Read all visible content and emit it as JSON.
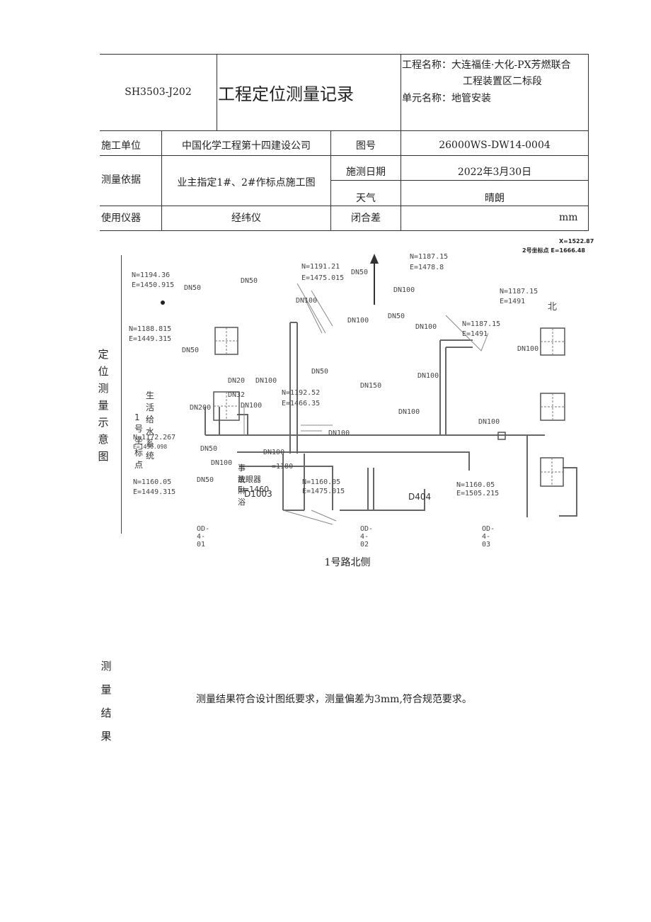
{
  "header": {
    "code": "SH3503-J202",
    "title": "工程定位测量记录",
    "project_name_line1": "工程名称：大连福佳·大化-PX芳燃联合",
    "project_name_line2": "工程装置区二标段",
    "unit_name": "单元名称：地管安装"
  },
  "rows": {
    "contractor_label": "施工单位",
    "contractor_value": "中国化学工程第十四建设公司",
    "drawing_label": "图号",
    "drawing_value": "26000WS-DW14-0004",
    "basis_label": "测量依据",
    "basis_value": "业主指定1#、2#作标点施工图",
    "date_label": "施测日期",
    "date_value": "2022年3月30日",
    "weather_label": "天气",
    "weather_value": "晴朗",
    "instrument_label": "使用仪器",
    "instrument_value": "经纬仪",
    "closure_label": "闭合差",
    "closure_value": "mm"
  },
  "sketch": {
    "side_label": [
      "定",
      "位",
      "测",
      "量",
      "示",
      "意",
      "图"
    ],
    "ref_x": "X=1522.87",
    "ref2_label": "2号坐标点 E=1666.48",
    "caption": "1号路北侧",
    "north": "北",
    "labels": {
      "c1n": "N=1194.36",
      "c1e": "E=1450.915",
      "c2n": "N=1191.21",
      "c2e": "E=1475.015",
      "c3n": "N=1187.15",
      "c3e": "E=1478.8",
      "c4n": "N=1187.15",
      "c4e": "E=1491",
      "c5n": "N=1187.15",
      "c5e": "E=1491",
      "c6n": "N=1188.815",
      "c6e": "E=1449.315",
      "c7n": "N=1192.52",
      "c7e": "E=1466.35",
      "c8n": "N=1172.267",
      "c8e": "E=1436.098",
      "c9n": "N=1160.05",
      "c9e": "E=1449.315",
      "c10n": "N=1160.05",
      "c10e": "E=1475.015",
      "c11n": "N=1160.05",
      "c11e": "E=1505.215",
      "water": "生活给水系统",
      "pt1": "1号坐标点",
      "shower1": "事故淋浴",
      "shower2": "洗眼器E=1460",
      "shower_n": "=1180",
      "d1003": "D1003",
      "d404": "D404",
      "od1": "OD-4-01",
      "od2": "OD-4-02",
      "od3": "OD-4-03",
      "dn50": "DN50",
      "dn100": "DN100",
      "dn150": "DN150",
      "dn200": "DN200",
      "dn20": "DN20",
      "dn32": "DN32"
    }
  },
  "result": {
    "side_label": [
      "测",
      "量",
      "结",
      "果"
    ],
    "text": "测量结果符合设计图纸要求，测量偏差为3mm,符合规范要求。"
  }
}
